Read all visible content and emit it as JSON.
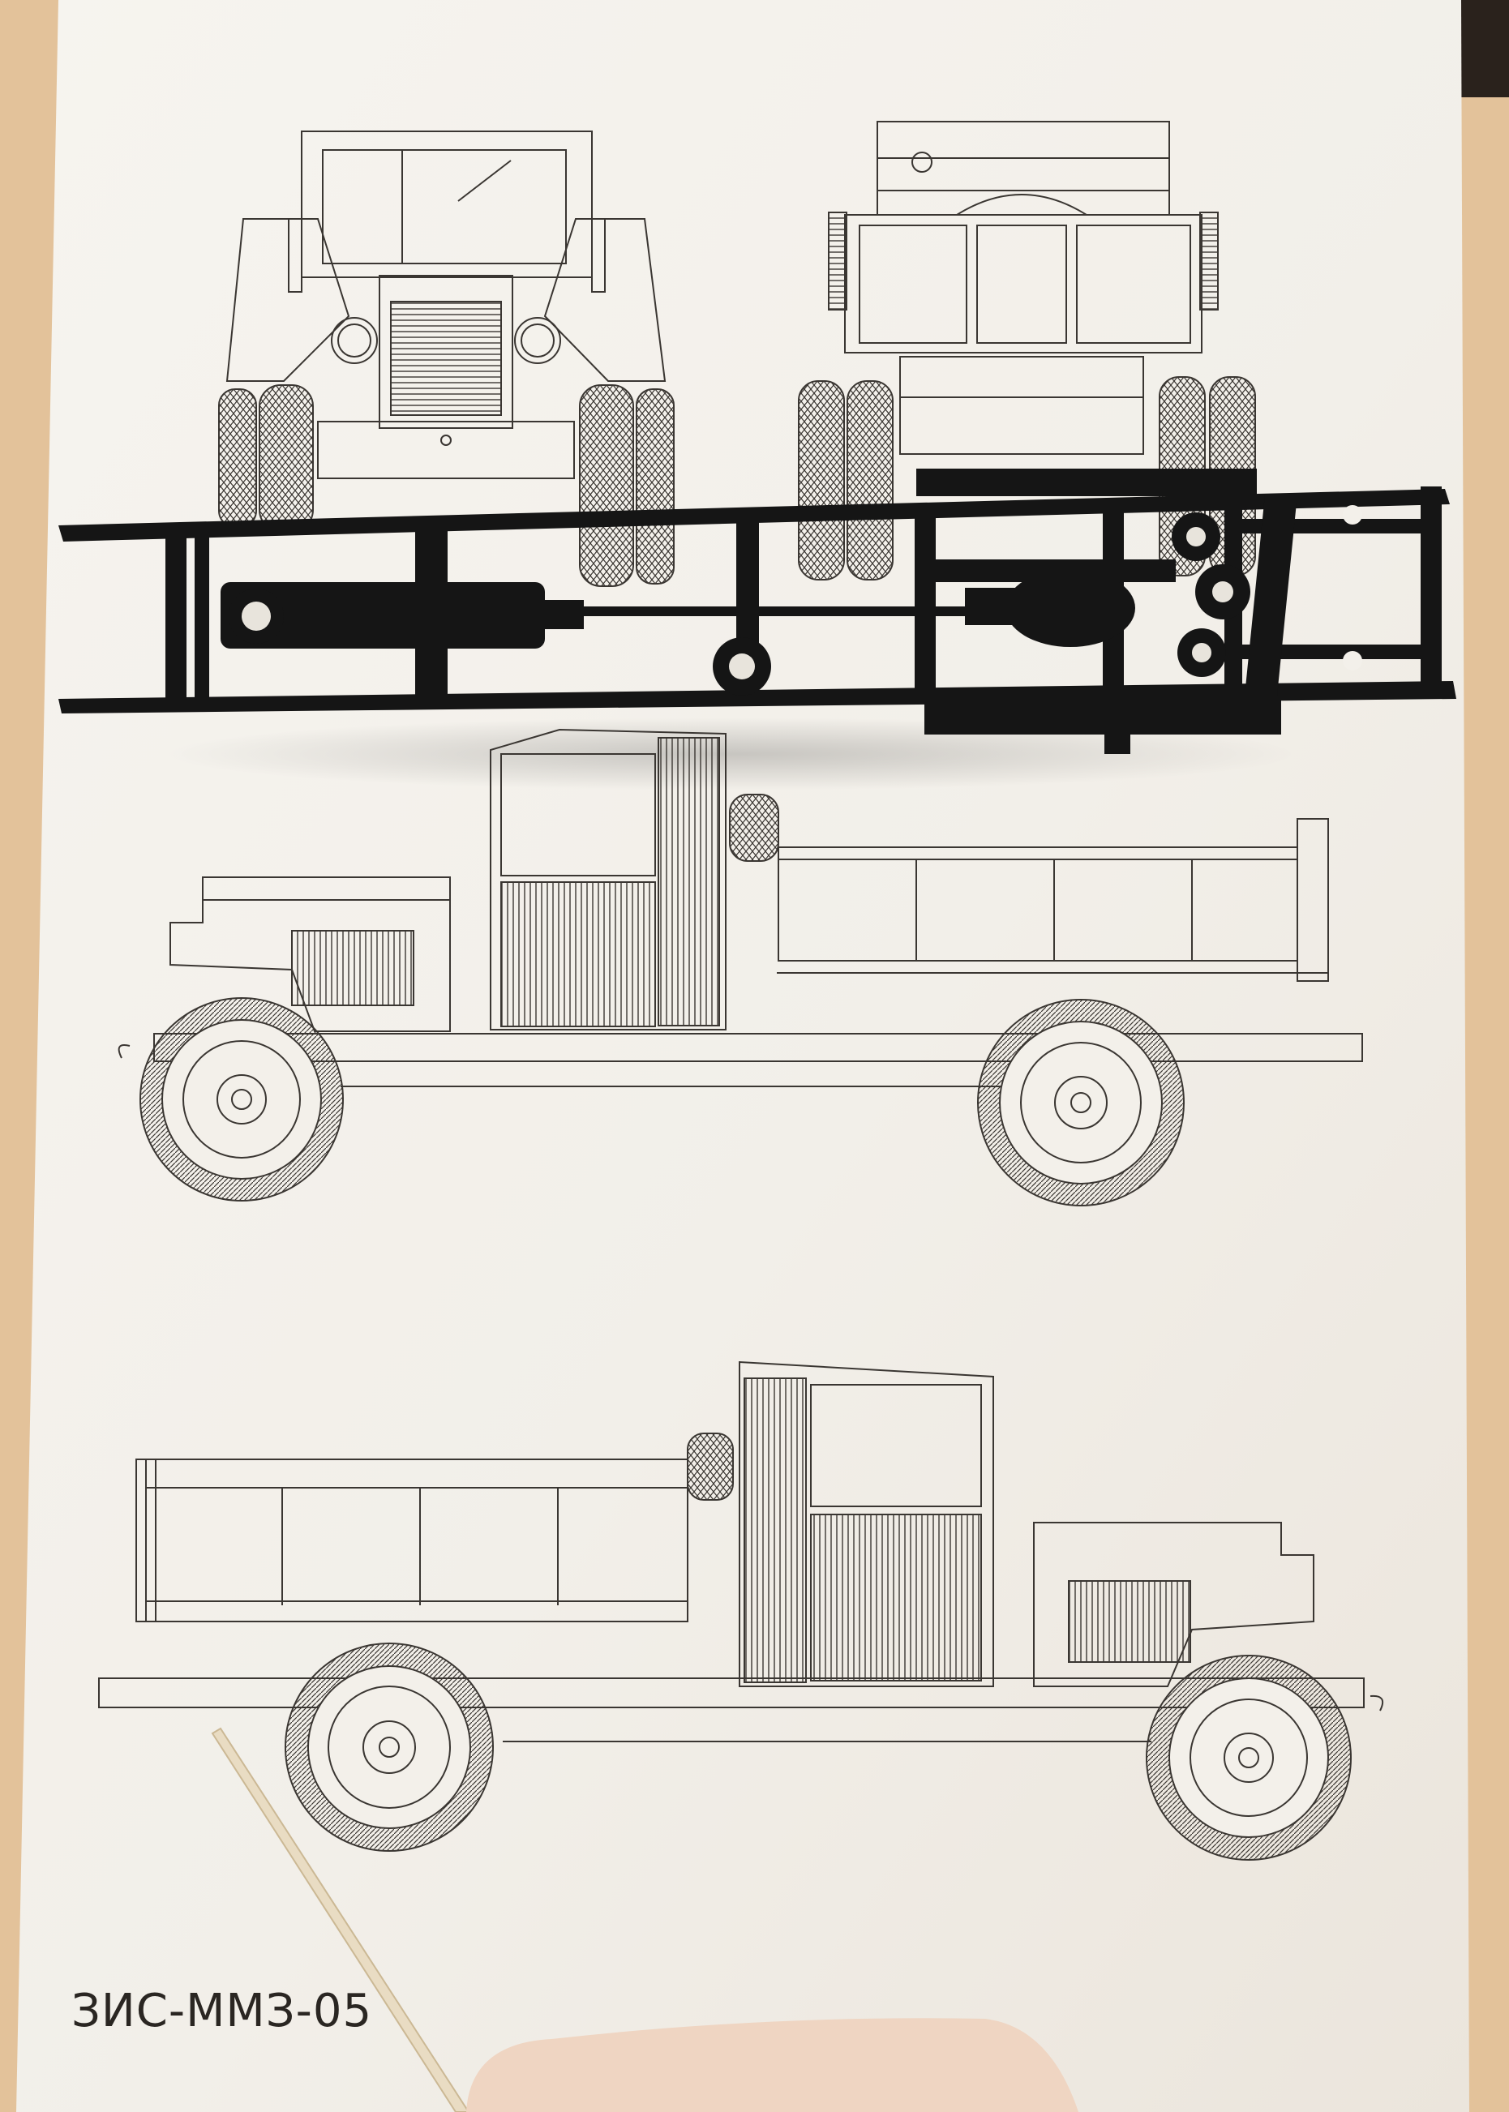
{
  "caption": "ЗИС-ММЗ-05",
  "colors": {
    "table": "#e6c9a4",
    "paper": "#f3f0ea",
    "ink": "#3a3632",
    "plastic": "#151515",
    "stick": "#e9dcc3",
    "skin": "#efd5c2"
  },
  "drawings": [
    "front-view",
    "rear-view",
    "left-side-view",
    "right-side-view"
  ],
  "props": [
    "black-plastic-chassis-frame",
    "wooden-stick",
    "fingertip"
  ]
}
